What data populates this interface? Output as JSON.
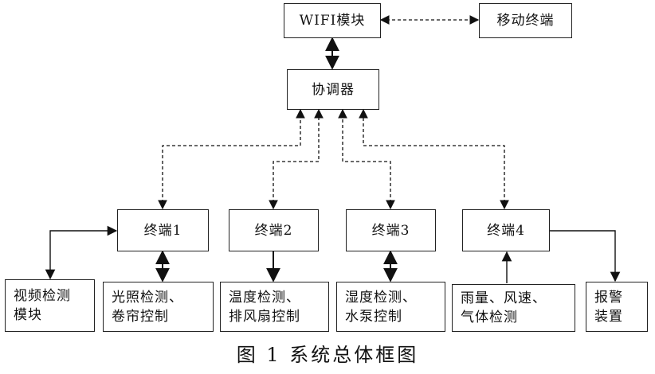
{
  "nodes": {
    "wifi": "WIFI模块",
    "mobile": "移动终端",
    "coordinator": "协调器",
    "terminal1": "终端1",
    "terminal2": "终端2",
    "terminal3": "终端3",
    "terminal4": "终端4",
    "video": "视频检测\n模块",
    "light": "光照检测、\n卷帘控制",
    "temp": "温度检测、\n排风扇控制",
    "humidity": "湿度检测、\n水泵控制",
    "weather": "雨量、风速、\n气体检测",
    "alarm": "报警\n装置"
  },
  "caption": "图 1  系统总体框图",
  "edges": [
    {
      "from": "wifi",
      "to": "mobile",
      "style": "dashed",
      "arrows": "both"
    },
    {
      "from": "wifi",
      "to": "coordinator",
      "style": "solid",
      "arrows": "both"
    },
    {
      "from": "terminal1",
      "to": "coordinator",
      "style": "dashed",
      "arrows": "both"
    },
    {
      "from": "terminal2",
      "to": "coordinator",
      "style": "dashed",
      "arrows": "both"
    },
    {
      "from": "terminal3",
      "to": "coordinator",
      "style": "dashed",
      "arrows": "both"
    },
    {
      "from": "terminal4",
      "to": "coordinator",
      "style": "dashed",
      "arrows": "both"
    },
    {
      "from": "terminal1",
      "to": "video",
      "style": "solid",
      "arrows": "both"
    },
    {
      "from": "terminal1",
      "to": "light",
      "style": "solid",
      "arrows": "both"
    },
    {
      "from": "terminal2",
      "to": "temp",
      "style": "solid",
      "arrows": "to"
    },
    {
      "from": "terminal3",
      "to": "humidity",
      "style": "solid",
      "arrows": "both"
    },
    {
      "from": "weather",
      "to": "terminal4",
      "style": "solid",
      "arrows": "to"
    },
    {
      "from": "terminal4",
      "to": "alarm",
      "style": "solid",
      "arrows": "to"
    }
  ]
}
